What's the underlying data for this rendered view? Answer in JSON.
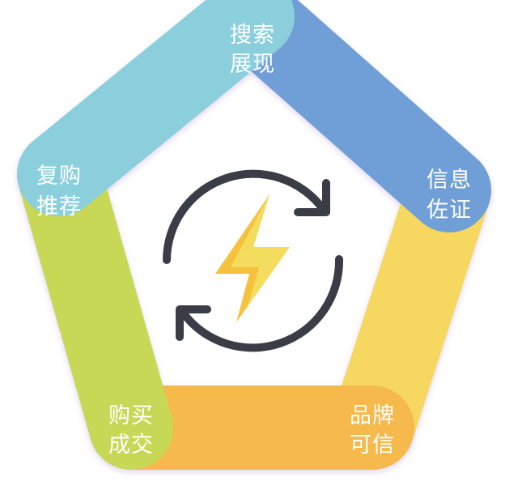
{
  "diagram": {
    "segments": [
      {
        "line1": "搜索",
        "line2": "展现",
        "color": "#8ccfdc"
      },
      {
        "line1": "信息",
        "line2": "佐证",
        "color": "#6f9fd7"
      },
      {
        "line1": "品牌",
        "line2": "可信",
        "color": "#f6d75e"
      },
      {
        "line1": "购买",
        "line2": "成交",
        "color": "#f6b94c"
      },
      {
        "line1": "复购",
        "line2": "推荐",
        "color": "#c7d857"
      }
    ],
    "center": {
      "arrows_icon": "refresh-cycle-icon",
      "bolt_icon": "lightning-bolt-icon",
      "arrow_color": "#3a3d45",
      "bolt_color": "#f6c23e",
      "bolt_shade_color": "#f4dc5c"
    }
  }
}
